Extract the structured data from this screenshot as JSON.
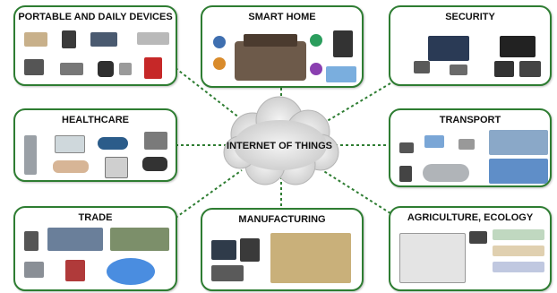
{
  "hub": {
    "label": "INTERNET OF THINGS"
  },
  "panels": {
    "portable": {
      "title": "PORTABLE AND DAILY DEVICES"
    },
    "smart_home": {
      "title": "SMART HOME"
    },
    "security": {
      "title": "SECURITY"
    },
    "healthcare": {
      "title": "HEALTHCARE"
    },
    "transport": {
      "title": "TRANSPORT"
    },
    "trade": {
      "title": "TRADE"
    },
    "manufacturing": {
      "title": "MANUFACTURING"
    },
    "agriculture": {
      "title": "AGRICULTURE, ECOLOGY"
    }
  },
  "colors": {
    "panel_border": "#2e7d32",
    "connector": "#2e7d32",
    "cloud_fill": "#e6e6e6"
  }
}
